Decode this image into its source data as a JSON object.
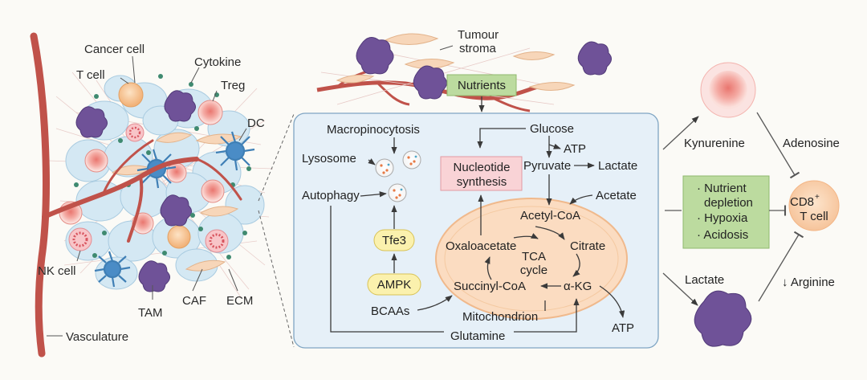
{
  "tme": {
    "cancer_cell": "Cancer cell",
    "t_cell": "T cell",
    "cytokine": "Cytokine",
    "treg": "Treg",
    "dc": "DC",
    "nk_cell": "NK cell",
    "tam": "TAM",
    "caf": "CAF",
    "ecm": "ECM",
    "vasculature": "Vasculature"
  },
  "stroma": {
    "tumour": "Tumour",
    "stroma": "stroma",
    "nutrients": "Nutrients"
  },
  "metabolism": {
    "macropinocytosis": "Macropinocytosis",
    "lysosome": "Lysosome",
    "autophagy": "Autophagy",
    "nucleotide": "Nucleotide",
    "synthesis": "synthesis",
    "glucose": "Glucose",
    "atp_top": "ATP",
    "pyruvate": "Pyruvate",
    "lactate_top": "Lactate",
    "acetate": "Acetate",
    "acetyl_coa": "Acetyl-CoA",
    "oxaloacetate": "Oxaloacetate",
    "citrate": "Citrate",
    "tca": "TCA",
    "cycle": "cycle",
    "succinyl_coa": "Succinyl-CoA",
    "akg": "α-KG",
    "mitochondrion": "Mitochondrion",
    "tfe3": "Tfe3",
    "ampk": "AMPK",
    "bcaas": "BCAAs",
    "glutamine": "Glutamine",
    "atp_bottom": "ATP"
  },
  "immune": {
    "kynurenine": "Kynurenine",
    "adenosine": "Adenosine",
    "conditions": [
      "· Nutrient",
      "depletion",
      "· Hypoxia",
      "· Acidosis"
    ],
    "cd8": "CD8",
    "cd8_sup": "+",
    "t_cell": "T cell",
    "lactate": "Lactate",
    "arginine": "↓ Arginine"
  },
  "colors": {
    "panel_fill": "#e6f0f8",
    "panel_stroke": "#7fa5c3",
    "nutrient_box": "#bcdb9f",
    "nucleotide_box": "#f9d3d6",
    "mito_fill": "#fbdcc1",
    "tam_purple": "#6f5298",
    "vessel": "#c0524a"
  }
}
